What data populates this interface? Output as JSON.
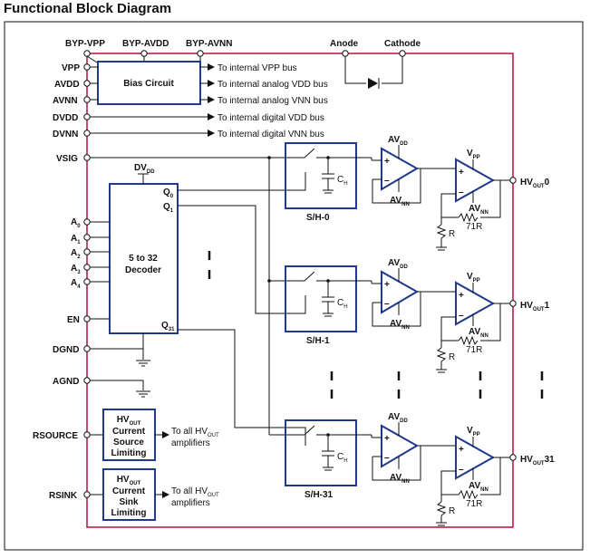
{
  "title": "Functional Block Diagram",
  "top_pins": [
    "BYP-VPP",
    "BYP-AVDD",
    "BYP-AVNN",
    "Anode",
    "Cathode"
  ],
  "left_pins": {
    "vpp": "VPP",
    "avdd": "AVDD",
    "avnn": "AVNN",
    "dvdd": "DVDD",
    "dvnn": "DVNN",
    "vsig": "VSIG",
    "a0": "A",
    "a1": "A",
    "a2": "A",
    "a3": "A",
    "a4": "A",
    "en": "EN",
    "dgnd": "DGND",
    "agnd": "AGND",
    "rsource": "RSOURCE",
    "rsink": "RSINK"
  },
  "a_subs": [
    "0",
    "1",
    "2",
    "3",
    "4"
  ],
  "bias_circuit": "Bias Circuit",
  "buses": [
    "To internal VPP bus",
    "To internal analog VDD bus",
    "To internal analog VNN bus",
    "To internal digital VDD bus",
    "To internal digital VNN bus"
  ],
  "decoder": {
    "line1": "5 to 32",
    "line2": "Decoder",
    "dv": "DV",
    "dv_sub": "DD",
    "q": "Q",
    "q_subs": [
      "0",
      "1",
      "31"
    ]
  },
  "sh_labels": [
    "S/H-0",
    "S/H-1",
    "S/H-31"
  ],
  "cap": "C",
  "cap_sub": "H",
  "av": "AV",
  "av_dd": "DD",
  "av_nn": "NN",
  "v": "V",
  "v_pp": "PP",
  "r": "R",
  "r71": "71R",
  "outputs": {
    "hv": "HV",
    "out": "OUT",
    "idx": [
      "0",
      "1",
      "31"
    ]
  },
  "plus": "+",
  "minus": "–",
  "source_block": {
    "l1": "HV",
    "sub": "OUT",
    "l2": "Current",
    "l3": "Source",
    "l4": "Limiting"
  },
  "sink_block": {
    "l1": "HV",
    "sub": "OUT",
    "l2": "Current",
    "l3": "Sink",
    "l4": "Limiting"
  },
  "to_all": {
    "a": "To all HV",
    "sub": "OUT",
    "b": "amplifiers"
  },
  "colors": {
    "block": "#1f3a8a",
    "border": "#b0123b",
    "wire": "#111111"
  }
}
